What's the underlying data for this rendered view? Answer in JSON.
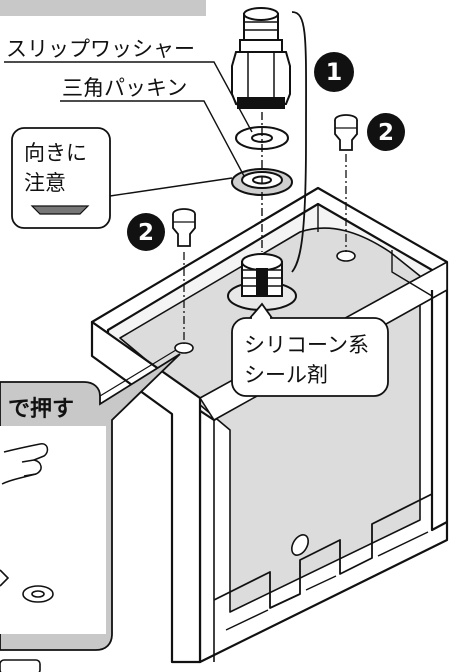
{
  "labels": {
    "slip_washer": "スリップワッシャー",
    "triangle_packing": "三角パッキン",
    "orientation_line1": "向きに",
    "orientation_line2": "注意",
    "silicone_line1": "シリコーン系",
    "silicone_line2": "シール剤",
    "press_fragment": "で押す"
  },
  "callouts": {
    "step1": "1",
    "step2": "2"
  },
  "colors": {
    "ink": "#111111",
    "screen_gray": "#c8c8c8",
    "callout_fill": "#ffffff",
    "tank_gray": "#d2d2d2",
    "black_badge": "#111111"
  },
  "icons": [
    "fitting-nut-icon",
    "washer-icon",
    "packing-icon",
    "cap-plug-icon",
    "hand-icon",
    "washer-small-icon"
  ]
}
